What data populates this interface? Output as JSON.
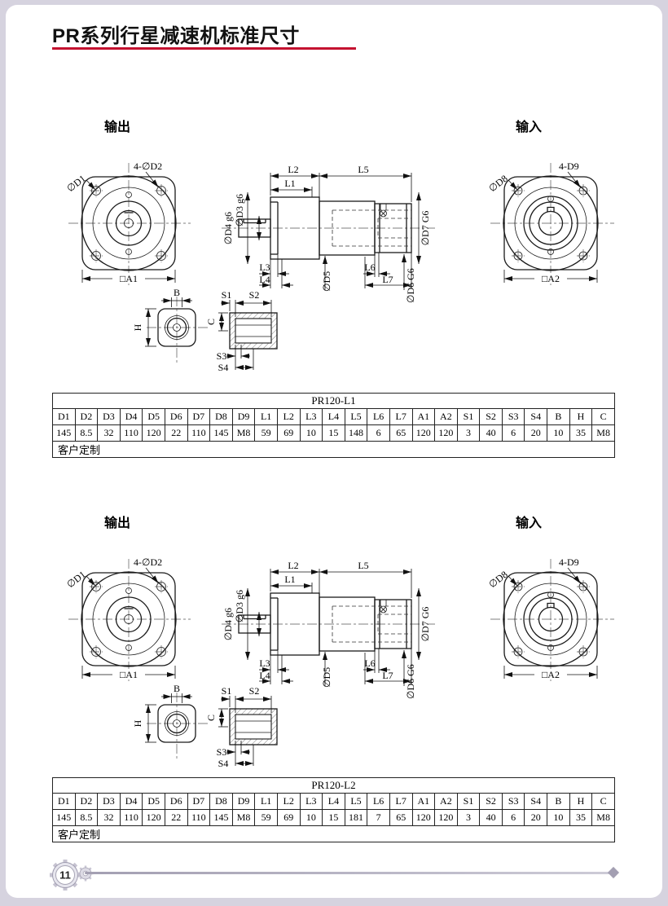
{
  "page": {
    "title": "PR系列行星减速机标准尺寸",
    "number": "11"
  },
  "labels": {
    "output": "输出",
    "input": "输入"
  },
  "dims": {
    "d1": "∅D1",
    "d2": "4-∅D2",
    "a1": "□A1",
    "d8": "∅D8",
    "d9": "4-D9",
    "a2": "□A2",
    "l1": "L1",
    "l2": "L2",
    "l3": "L3",
    "l4": "L4",
    "l5": "L5",
    "l6": "L6",
    "l7": "L7",
    "d3": "∅D3 g6",
    "d4": "∅D4 g6",
    "d5": "∅D5",
    "d6": "∅D6 G6",
    "d7": "∅D7 G6",
    "b": "B",
    "h": "H",
    "c": "C",
    "s1": "S1",
    "s2": "S2",
    "s3": "S3",
    "s4": "S4"
  },
  "sections": [
    {
      "table": {
        "title": "PR120-L1",
        "headers": [
          "D1",
          "D2",
          "D3",
          "D4",
          "D5",
          "D6",
          "D7",
          "D8",
          "D9",
          "L1",
          "L2",
          "L3",
          "L4",
          "L5",
          "L6",
          "L7",
          "A1",
          "A2",
          "S1",
          "S2",
          "S3",
          "S4",
          "B",
          "H",
          "C"
        ],
        "values": [
          "145",
          "8.5",
          "32",
          "110",
          "120",
          "22",
          "110",
          "145",
          "M8",
          "59",
          "69",
          "10",
          "15",
          "148",
          "6",
          "65",
          "120",
          "120",
          "3",
          "40",
          "6",
          "20",
          "10",
          "35",
          "M8"
        ],
        "note": "客户定制"
      }
    },
    {
      "table": {
        "title": "PR120-L2",
        "headers": [
          "D1",
          "D2",
          "D3",
          "D4",
          "D5",
          "D6",
          "D7",
          "D8",
          "D9",
          "L1",
          "L2",
          "L3",
          "L4",
          "L5",
          "L6",
          "L7",
          "A1",
          "A2",
          "S1",
          "S2",
          "S3",
          "S4",
          "B",
          "H",
          "C"
        ],
        "values": [
          "145",
          "8.5",
          "32",
          "110",
          "120",
          "22",
          "110",
          "145",
          "M8",
          "59",
          "69",
          "10",
          "15",
          "181",
          "7",
          "65",
          "120",
          "120",
          "3",
          "40",
          "6",
          "20",
          "10",
          "35",
          "M8"
        ],
        "note": "客户定制"
      }
    }
  ],
  "colors": {
    "accent_red": "#c41230",
    "page_border": "#d6d3df"
  }
}
